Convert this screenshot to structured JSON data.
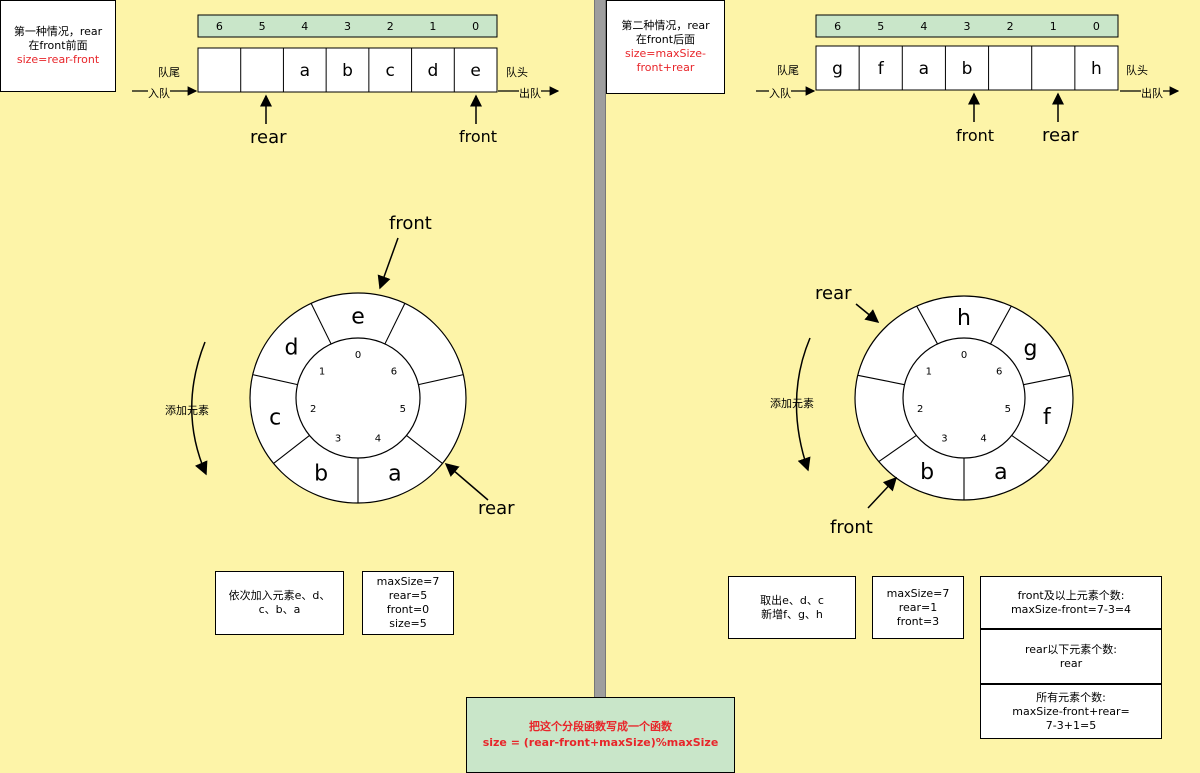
{
  "left": {
    "case_note": {
      "line1": "第一种情况，rear",
      "line2": "在front前面",
      "line3": "size=rear-front"
    },
    "index_labels": [
      "6",
      "5",
      "4",
      "3",
      "2",
      "1",
      "0"
    ],
    "cells": [
      "",
      "",
      "a",
      "b",
      "c",
      "d",
      "e"
    ],
    "tail_label": "队尾",
    "head_label": "队头",
    "enqueue_label": "入队",
    "dequeue_label": "出队",
    "rear_label": "rear",
    "front_label": "front",
    "ring": {
      "inner_index": [
        "0",
        "1",
        "2",
        "3",
        "4",
        "5",
        "6"
      ],
      "outer": [
        "e",
        "d",
        "c",
        "b",
        "a",
        "",
        ""
      ],
      "front_label": "front",
      "rear_label": "rear",
      "add_label": "添加元素"
    },
    "note_ops": {
      "line1": "依次加入元素e、d、",
      "line2": "c、b、a"
    },
    "note_vars": {
      "line1": "maxSize=7",
      "line2": "rear=5",
      "line3": "front=0",
      "line4": "size=5"
    }
  },
  "right": {
    "case_note": {
      "line1": "第二种情况，rear",
      "line2": "在front后面",
      "line3": "size=maxSize-",
      "line4": "front+rear"
    },
    "index_labels": [
      "6",
      "5",
      "4",
      "3",
      "2",
      "1",
      "0"
    ],
    "cells": [
      "g",
      "f",
      "a",
      "b",
      "",
      "",
      "h"
    ],
    "tail_label": "队尾",
    "head_label": "队头",
    "enqueue_label": "入队",
    "dequeue_label": "出队",
    "front_label": "front",
    "rear_label": "rear",
    "ring": {
      "inner_index": [
        "0",
        "1",
        "2",
        "3",
        "4",
        "5",
        "6"
      ],
      "outer": [
        "h",
        "",
        "",
        "b",
        "a",
        "f",
        "g"
      ],
      "front_label": "front",
      "rear_label": "rear",
      "add_label": "添加元素"
    },
    "note_ops": {
      "line1": "取出e、d、c",
      "line2": "新增f、g、h"
    },
    "note_vars": {
      "line1": "maxSize=7",
      "line2": "rear=1",
      "line3": "front=3"
    },
    "note_front": {
      "line1": "front及以上元素个数:",
      "line2": "maxSize-front=7-3=4"
    },
    "note_rear": {
      "line1": "rear以下元素个数:",
      "line2": "rear"
    },
    "note_all": {
      "line1": "所有元素个数:",
      "line2": "maxSize-front+rear=",
      "line3": "7-3+1=5"
    }
  },
  "bottom": {
    "line1": "把这个分段函数写成一个函数",
    "line2": "size = (rear-front+maxSize)%maxSize"
  },
  "colors": {
    "panel": "#fdf4a8",
    "index_bar": "#c9e6c9",
    "formula_red": "#e8252a"
  }
}
